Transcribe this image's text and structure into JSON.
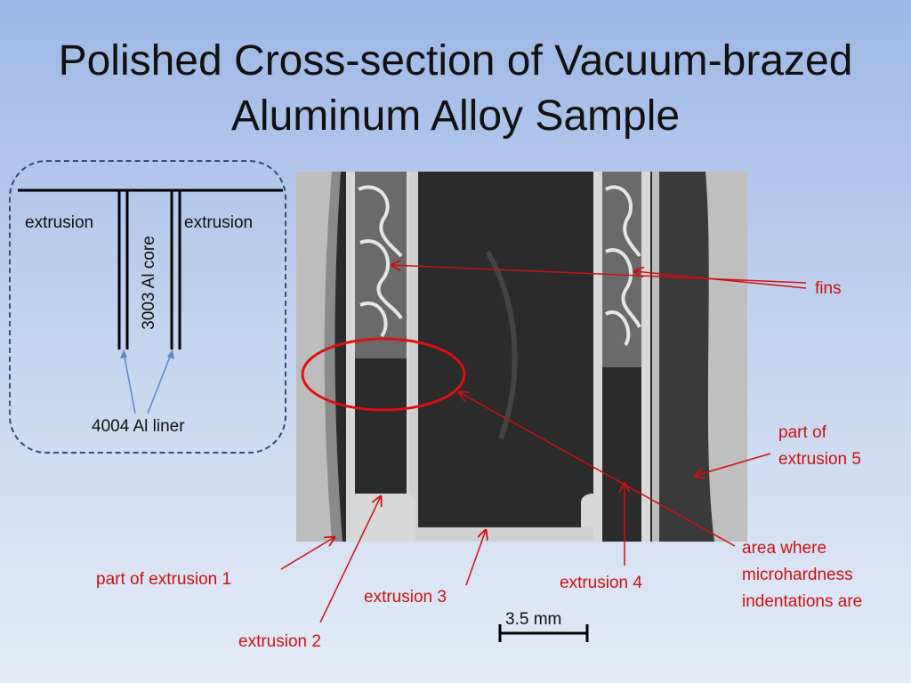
{
  "title": {
    "line1": "Polished Cross-section of Vacuum-brazed",
    "line2": "Aluminum Alloy Sample"
  },
  "diagram": {
    "left_label": "extrusion",
    "right_label": "extrusion",
    "core_label": "3003 Al core",
    "liner_label": "4004 Al liner"
  },
  "annotations": {
    "fins": "fins",
    "part_ext5_line1": "part of",
    "part_ext5_line2": "extrusion 5",
    "area_line1": "area where",
    "area_line2": "microhardness",
    "area_line3": "indentations are",
    "part_ext1": "part of extrusion 1",
    "ext2": "extrusion 2",
    "ext3": "extrusion 3",
    "ext4": "extrusion 4"
  },
  "scale_bar": {
    "label": "3.5 mm"
  },
  "colors": {
    "annotation": "#cc1111",
    "diagram_border": "#2f4f7a",
    "arrow_blue": "#5b87c5"
  }
}
